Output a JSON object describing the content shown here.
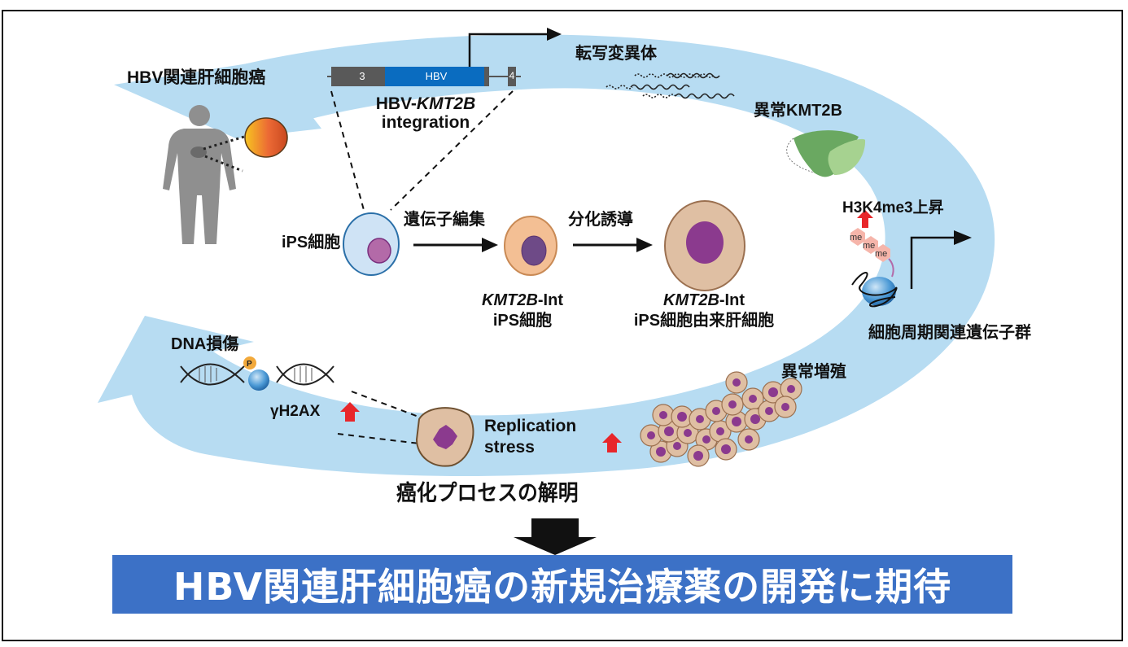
{
  "title": "HBV関連肝細胞癌の新規治療薬の開発に期待",
  "colors": {
    "cycle_band": "#b7dcf2",
    "banner": "#3c71c6",
    "hbv_segment": "#0a6cc0",
    "exon_segment": "#595959",
    "up_arrow": "#e8262a",
    "nucleus": "#8b3a8e"
  },
  "labels": {
    "patient": "HBV関連肝細胞癌",
    "gene_construct": {
      "exon_left": "3",
      "insert": "HBV",
      "exon_right": "4"
    },
    "integration_line1_prefix": "HBV-",
    "integration_line1_gene": "KMT2B",
    "integration_line2": "integration",
    "transcript_variants": "転写変異体",
    "abnormal_protein": "異常KMT2B",
    "h3k4me3": "H3K4me3上昇",
    "me_marks": [
      "me",
      "me",
      "me"
    ],
    "cell_cycle_genes": "細胞周期関連遺伝子群",
    "abnormal_proliferation": "異常増殖",
    "replication_stress_line1": "Replication",
    "replication_stress_line2": "stress",
    "gamma_h2ax": "γH2AX",
    "phospho": "P",
    "dna_damage": "DNA損傷",
    "ips_cell": "iPS細胞",
    "step1": "遺伝子編集",
    "step2": "分化誘導",
    "kmt2b_ips_gene": "KMT2B",
    "kmt2b_ips_suffix": "-Int",
    "kmt2b_ips_line2": "iPS細胞",
    "kmt2b_hep_gene": "KMT2B",
    "kmt2b_hep_suffix": "-Int",
    "kmt2b_hep_line2": "iPS細胞由来肝細胞",
    "elucidation": "癌化プロセスの解明"
  },
  "conclusion_banner": "HBV関連肝細胞癌の新規治療薬の開発に期待"
}
